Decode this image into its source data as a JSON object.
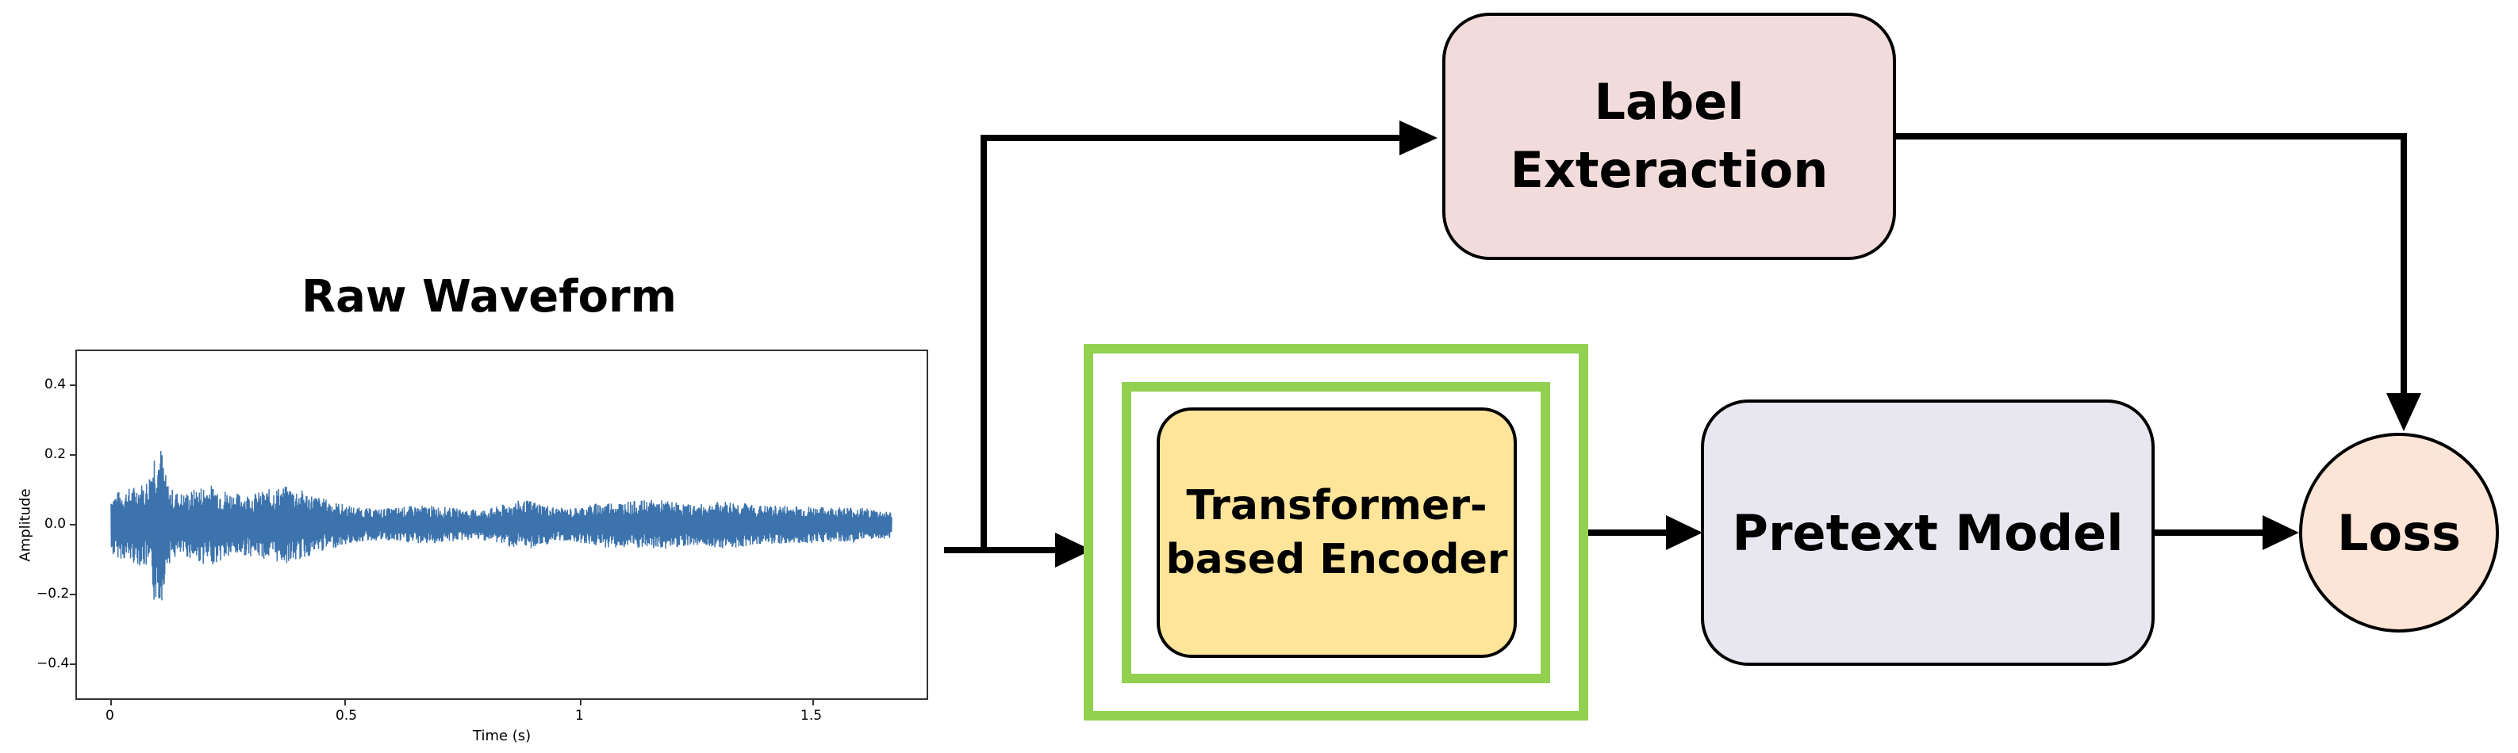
{
  "waveform": {
    "title": "Raw Waveform",
    "ylabel": "Amplitude",
    "xlabel": "Time (s)",
    "x_ticks": [
      "0",
      "0.5",
      "1",
      "1.5"
    ],
    "y_ticks": [
      "0.4",
      "0.2",
      "0.0",
      "−0.2",
      "−0.4"
    ],
    "line_color": "#3c73ad"
  },
  "blocks": {
    "label_extraction": {
      "line1": "Label",
      "line2": "Exteraction",
      "fill": "#f2dcdb"
    },
    "encoder": {
      "line1": "Transformer-",
      "line2": "based Encoder",
      "fill": "#fee599",
      "frame_color": "#92d050"
    },
    "pretext_model": {
      "label": "Pretext Model",
      "fill": "#e8e6ef"
    },
    "loss": {
      "label": "Loss",
      "fill": "#fce4d6"
    }
  }
}
